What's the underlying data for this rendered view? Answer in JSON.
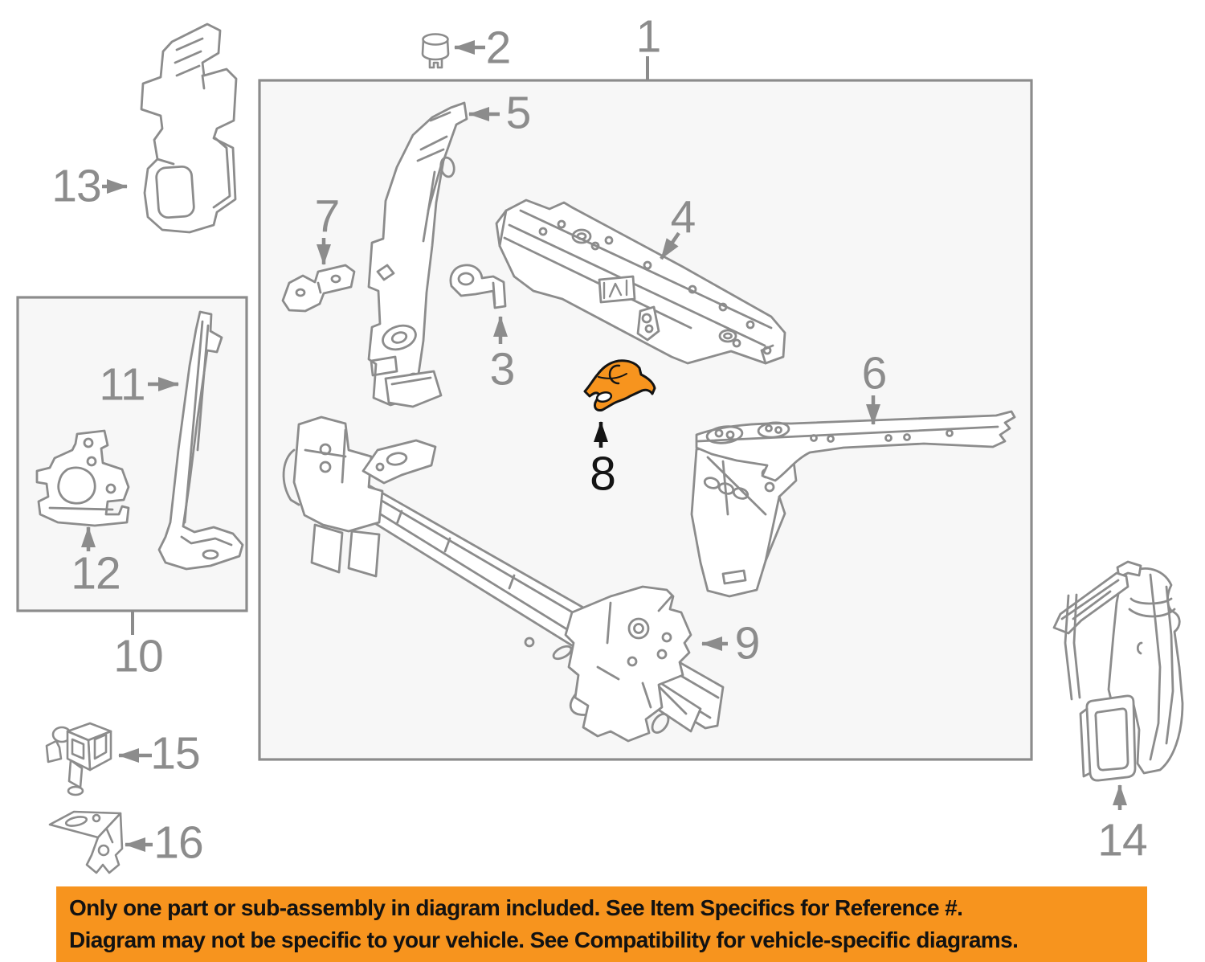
{
  "labels": {
    "n1": "1",
    "n2": "2",
    "n3": "3",
    "n4": "4",
    "n5": "5",
    "n6": "6",
    "n7": "7",
    "n8": "8",
    "n9": "9",
    "n10": "10",
    "n11": "11",
    "n12": "12",
    "n13": "13",
    "n14": "14",
    "n15": "15",
    "n16": "16"
  },
  "highlighted_part": "8",
  "banner": {
    "line1": "Only one part or sub-assembly in diagram included. See Item Specifics for Reference #.",
    "line2": "Diagram may not be specific to your vehicle. See Compatibility for vehicle-specific diagrams."
  },
  "colors": {
    "line_gray": "#8C8C8C",
    "label_gray": "#8C8C8C",
    "highlight_fill": "#F7941E",
    "highlight_stroke": "#141414",
    "box_fill": "#F7F7F7",
    "banner_background": "#F7941E",
    "banner_text": "#121212"
  }
}
